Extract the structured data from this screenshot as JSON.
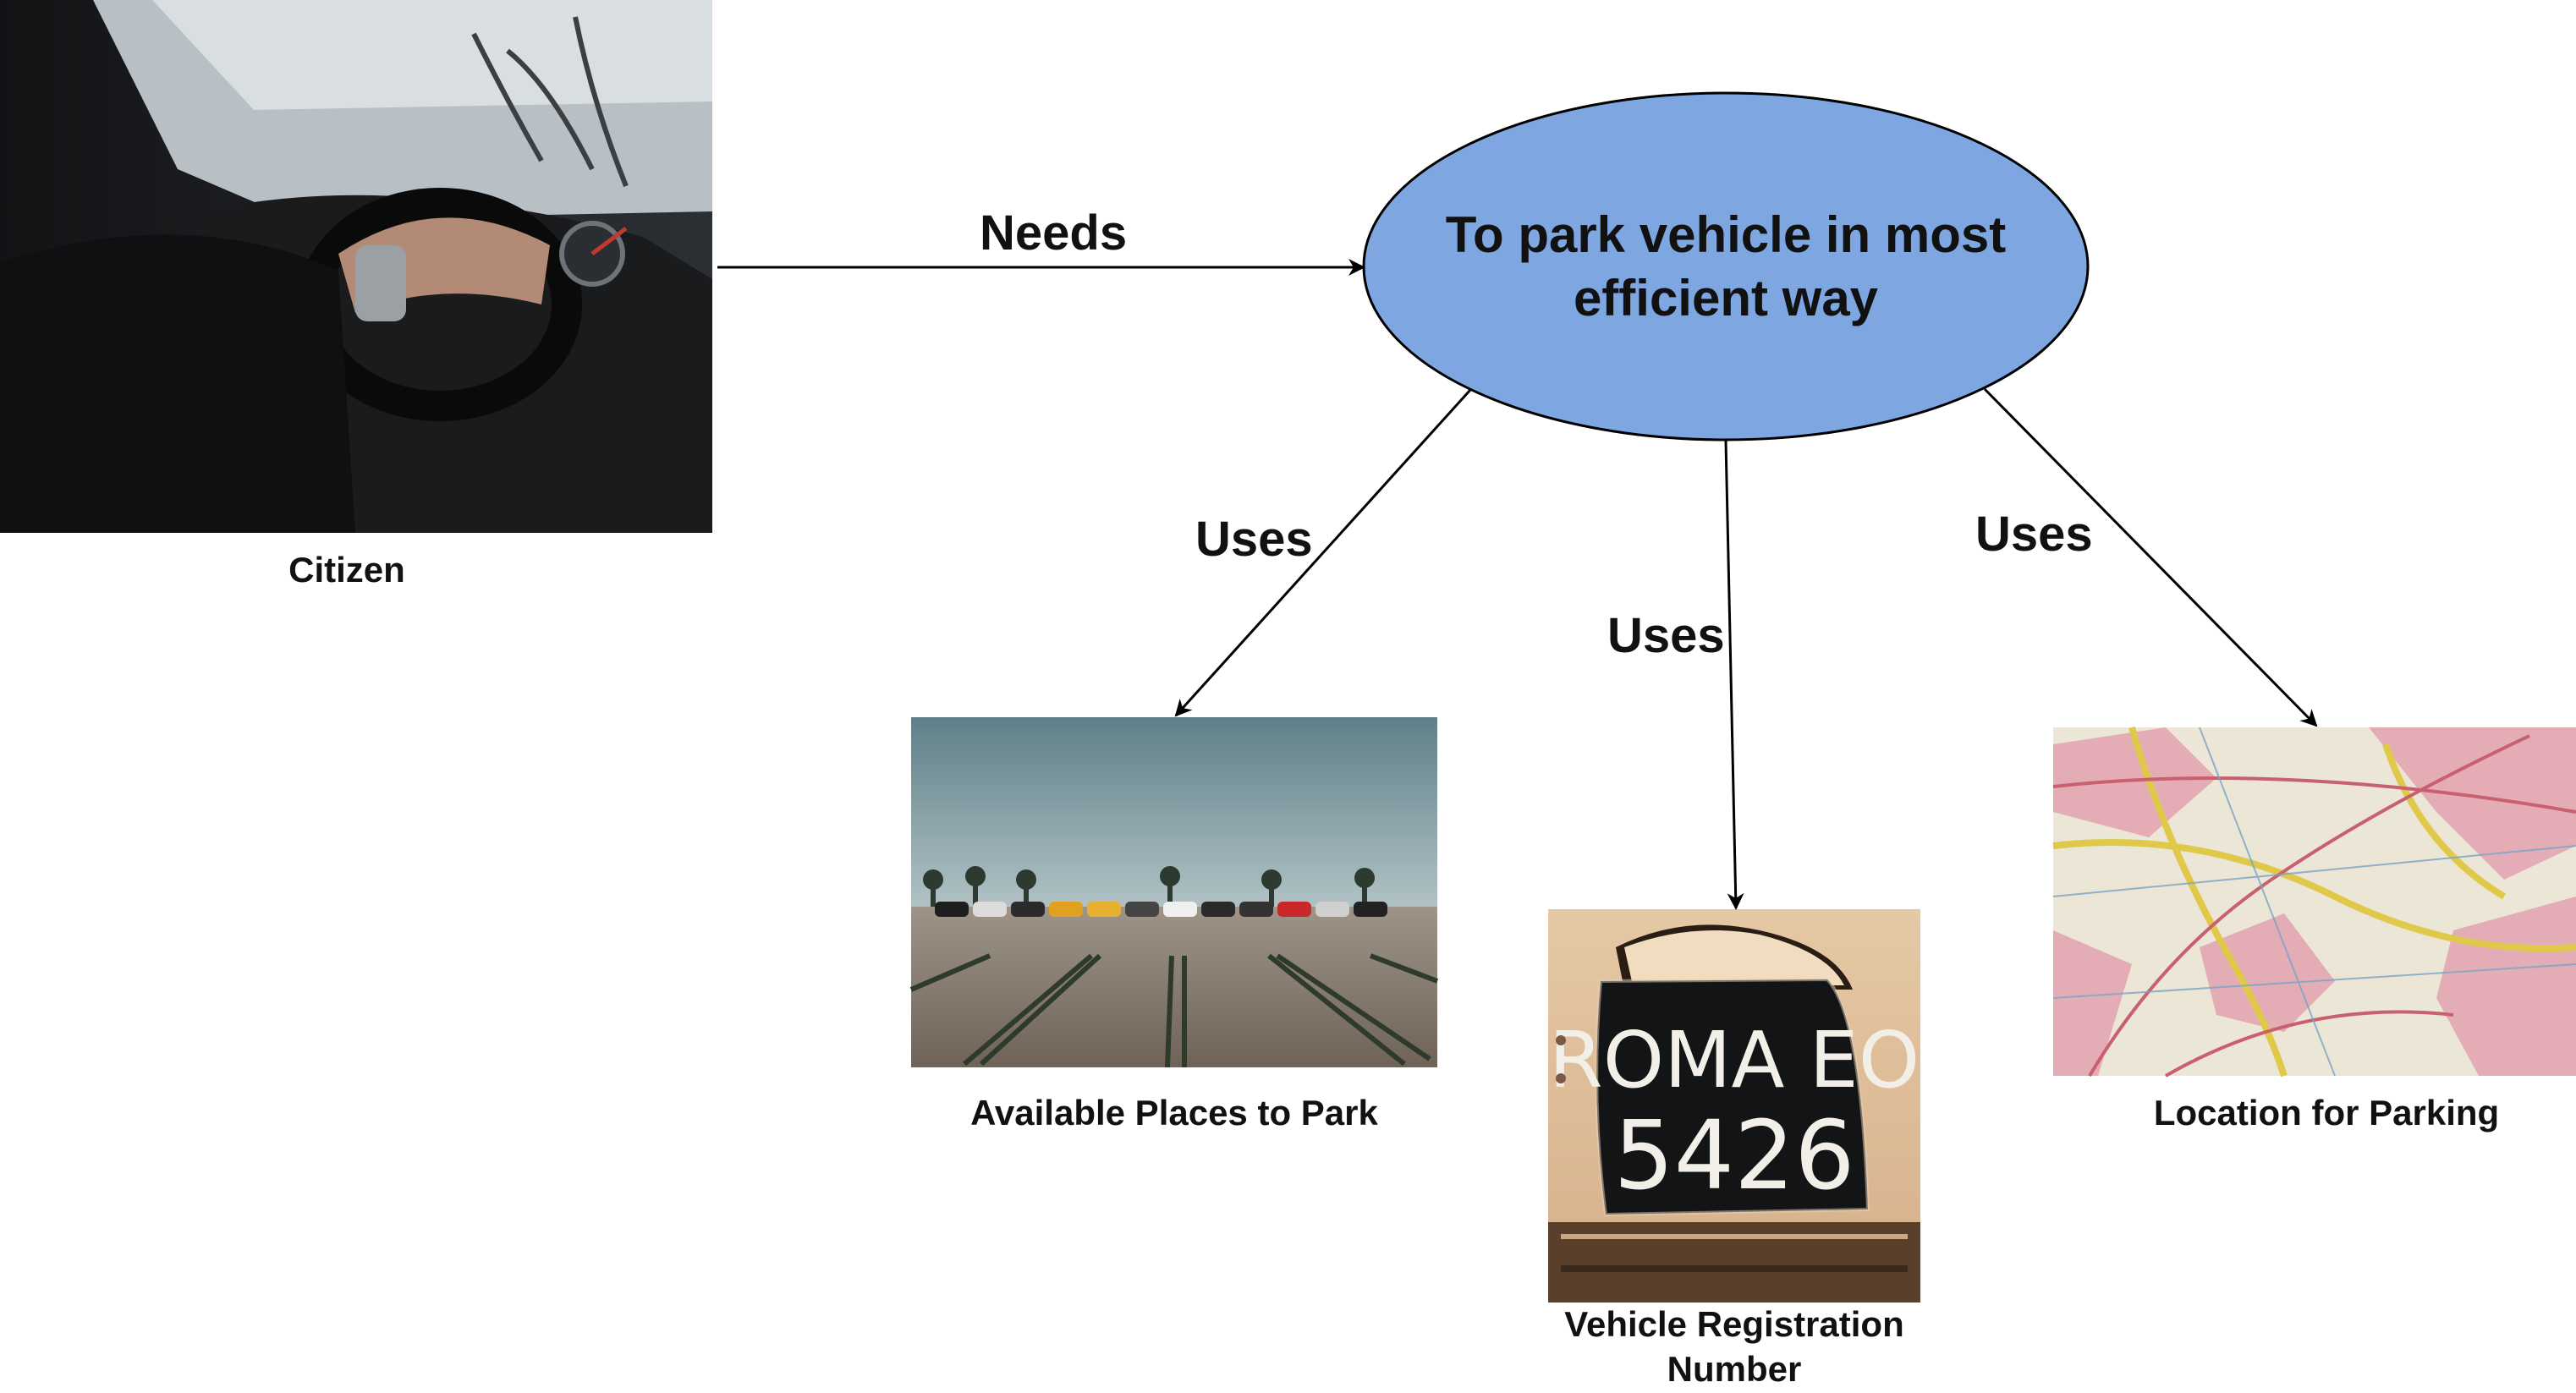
{
  "ellipse": {
    "text": "To park vehicle in most efficient way",
    "fill": "#7ea6e0"
  },
  "edges": {
    "needs": "Needs",
    "uses_left": "Uses",
    "uses_middle": "Uses",
    "uses_right": "Uses"
  },
  "nodes": {
    "citizen": {
      "label": "Citizen",
      "icon": "driver-photo"
    },
    "available": {
      "label": "Available Places to Park",
      "icon": "parking-lot-photo"
    },
    "registration": {
      "label": "Vehicle Registration Number",
      "icon": "license-plate-photo",
      "plate_line1": "ROMA EO",
      "plate_line2": "5426"
    },
    "location": {
      "label": "Location for Parking",
      "icon": "map-photo"
    }
  }
}
